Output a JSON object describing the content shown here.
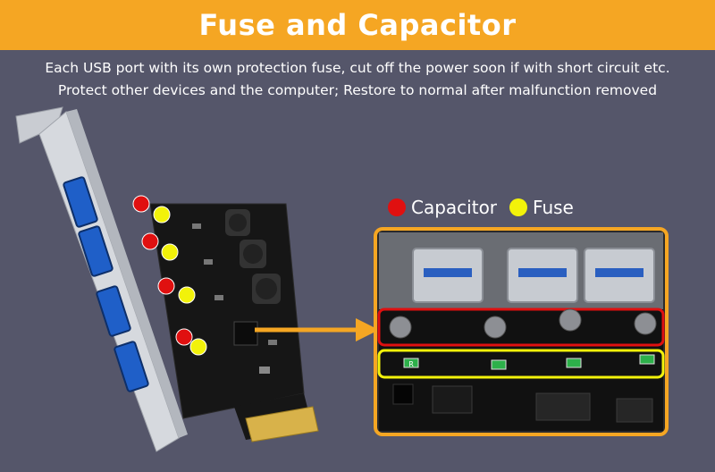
{
  "header": {
    "title": "Fuse and Capacitor"
  },
  "description": {
    "line1": "Each USB port with its own protection fuse, cut off the power soon if with short circuit etc.",
    "line2": "Protect other devices and the computer; Restore to normal after malfunction removed"
  },
  "legend": {
    "capacitor_label": "Capacitor",
    "fuse_label": "Fuse",
    "capacitor_color": "#e01010",
    "fuse_color": "#f2f20a"
  },
  "colors": {
    "banner": "#f5a623",
    "background": "#55566a",
    "highlight_border": "#f5a623",
    "arrow": "#f5a623"
  },
  "closeup": {
    "fuse_marking": "R"
  }
}
